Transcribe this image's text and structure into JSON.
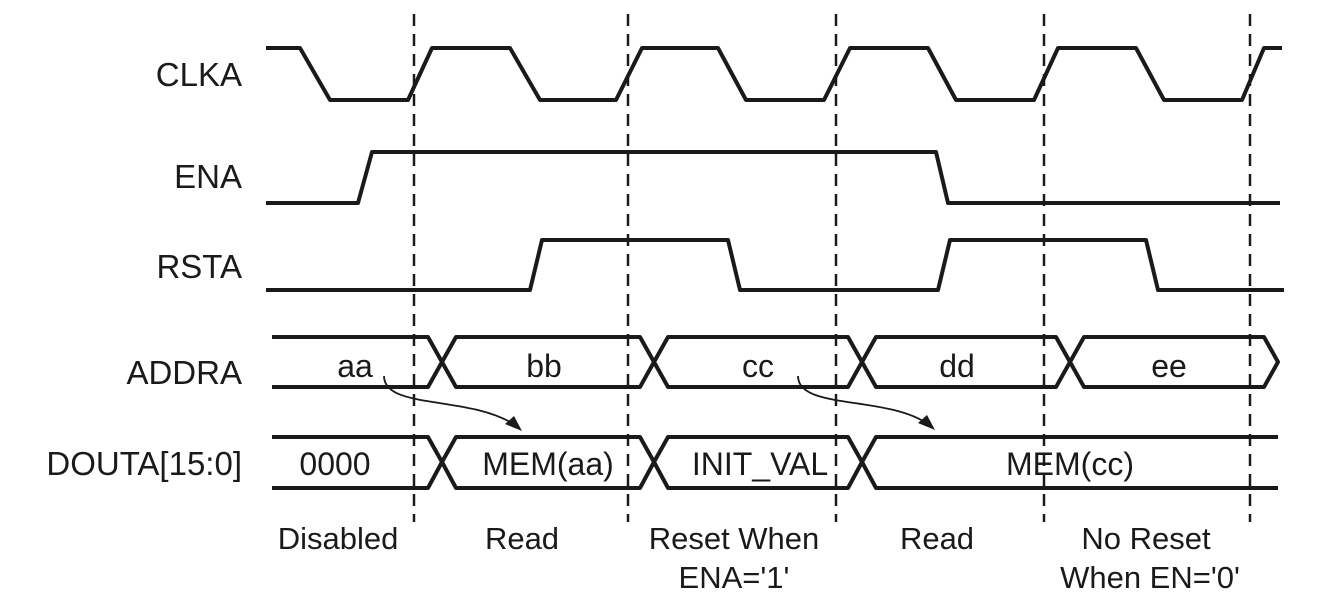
{
  "signals": {
    "clka": "CLKA",
    "ena": "ENA",
    "rsta": "RSTA",
    "addra": "ADDRA",
    "douta": "DOUTA[15:0]"
  },
  "addra_values": [
    "aa",
    "bb",
    "cc",
    "dd",
    "ee"
  ],
  "douta_values": [
    "0000",
    "MEM(aa)",
    "INIT_VAL",
    "MEM(cc)"
  ],
  "phases": [
    {
      "line1": "Disabled",
      "line2": ""
    },
    {
      "line1": "Read",
      "line2": ""
    },
    {
      "line1": "Reset When",
      "line2": "ENA='1'"
    },
    {
      "line1": "Read",
      "line2": ""
    },
    {
      "line1": "No Reset",
      "line2": "When EN='0'"
    }
  ]
}
